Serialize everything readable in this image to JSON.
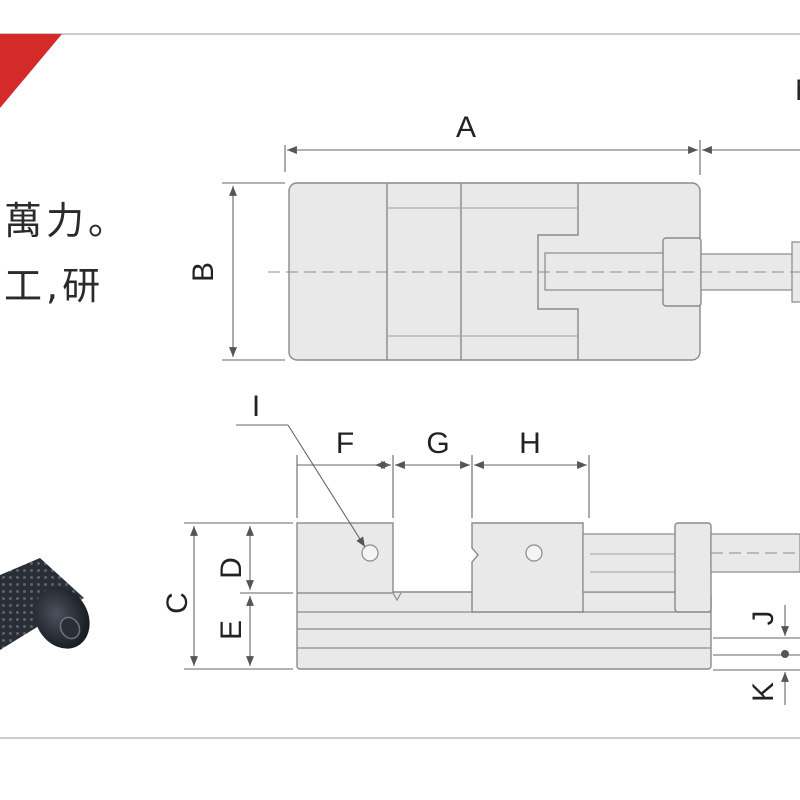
{
  "description_text": {
    "line1": "萬力。",
    "line2": "工,研"
  },
  "dimension_labels": {
    "A": "A",
    "B": "B",
    "C": "C",
    "D": "D",
    "E": "E",
    "F": "F",
    "G": "G",
    "H": "H",
    "I": "I",
    "J": "J",
    "K": "K",
    "M": "M"
  },
  "colors": {
    "accent": "#d42a2a",
    "line": "#666666",
    "part_fill": "#e9e9e9",
    "frame": "#bbbbbb"
  }
}
